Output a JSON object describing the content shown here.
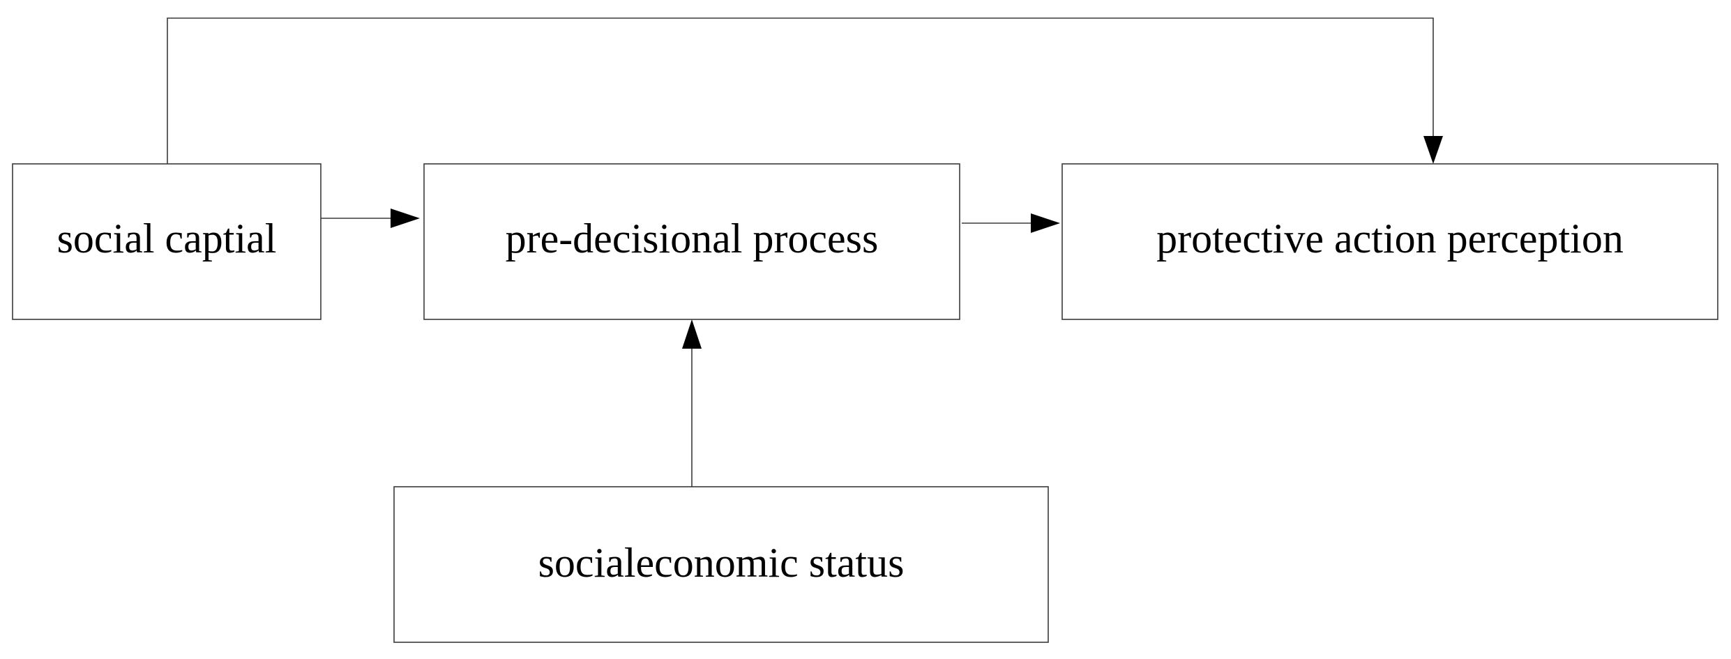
{
  "diagram": {
    "nodes": {
      "social_capital": {
        "label": "social captial"
      },
      "pre_decisional_process": {
        "label": "pre-decisional process"
      },
      "protective_action_perception": {
        "label": "protective action perception"
      },
      "socioeconomic_status": {
        "label": "socialeconomic status"
      }
    },
    "edges": [
      {
        "from": "social_capital",
        "to": "pre_decisional_process"
      },
      {
        "from": "pre_decisional_process",
        "to": "protective_action_perception"
      },
      {
        "from": "social_capital",
        "to": "protective_action_perception"
      },
      {
        "from": "socioeconomic_status",
        "to": "pre_decisional_process"
      }
    ],
    "colors": {
      "line": "#3a3a3a",
      "arrowhead": "#000000",
      "text": "#000000",
      "background": "#ffffff"
    }
  }
}
